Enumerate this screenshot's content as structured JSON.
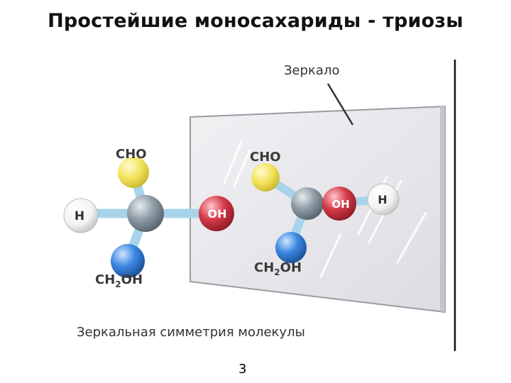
{
  "title": "Простейшие моносахариды - триозы",
  "mirror_label": "Зеркало",
  "caption": "Зеркальная симметрия молекулы",
  "page_number": "3",
  "left_molecule": {
    "top_group": "CHO",
    "bottom_group": "CH2OH",
    "left_atom": "H",
    "right_atom": "OH"
  },
  "right_molecule": {
    "top_group": "CHO",
    "bottom_group": "CH2OH",
    "front_atom": "OH",
    "right_atom": "H"
  },
  "colors": {
    "yellow_atom": "#f2e35a",
    "carbon_atom": "#8a98a2",
    "oxygen_atom": "#d43a48",
    "blue_atom": "#3b86e0",
    "hydrogen_atom": "#f4f4f4",
    "bond": "#a8d4ea",
    "mirror": "#e9e9ee"
  }
}
